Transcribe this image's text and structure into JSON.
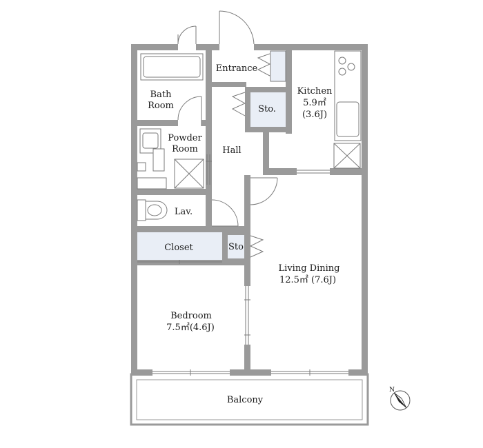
{
  "rooms": {
    "entrance": "Entrance",
    "bath_line1": "Bath",
    "bath_line2": "Room",
    "powder_line1": "Powder",
    "powder_line2": "Room",
    "storage_small": "Sto.",
    "kitchen_name": "Kitchen",
    "kitchen_area": "5.9㎡",
    "kitchen_tatami": "(3.6J)",
    "hall": "Hall",
    "lav": "Lav.",
    "closet": "Closet",
    "storage_living": "Sto",
    "living_name": "Living Dining",
    "living_area": "12.5㎡ (7.6J)",
    "bedroom_name": "Bedroom",
    "bedroom_area": "7.5㎡(4.6J)",
    "balcony": "Balcony"
  },
  "compass": {
    "label": "N"
  },
  "colors": {
    "wall": "#9a9a9a",
    "storage_fill": "#e9eef6",
    "line": "#7a7a7a"
  }
}
